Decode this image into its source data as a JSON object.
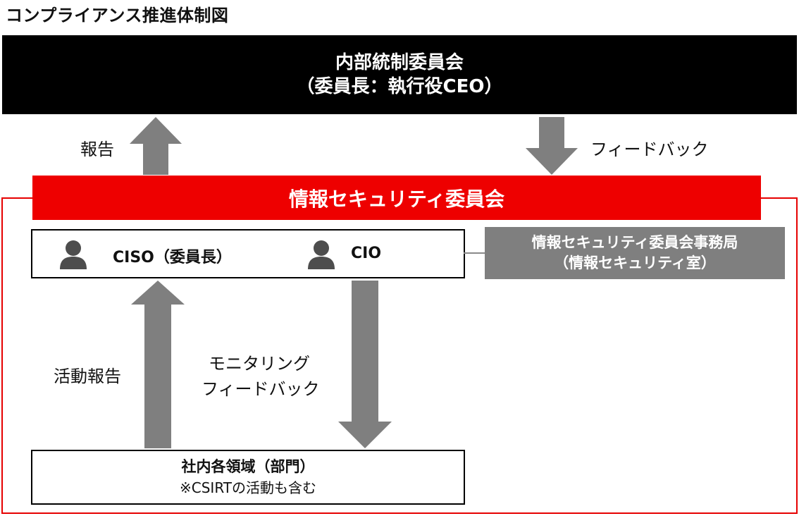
{
  "title": "コンプライアンス推進体制図",
  "internal_control_committee": {
    "name": "内部統制委員会",
    "chair": "（委員長：執行役CEO）"
  },
  "arrows": {
    "report": "報告",
    "feedback": "フィードバック",
    "activity_report": "活動報告",
    "monitoring_feedback_line1": "モニタリング",
    "monitoring_feedback_line2": "フィードバック"
  },
  "security_committee": {
    "name": "情報セキュリティ委員会",
    "members": [
      {
        "label": "CISO（委員長）",
        "icon": "person-icon"
      },
      {
        "label": "CIO",
        "icon": "person-icon"
      }
    ],
    "secretariat_line1": "情報セキュリティ委員会事務局",
    "secretariat_line2": "（情報セキュリティ室）"
  },
  "departments": {
    "name": "社内各領域（部門）",
    "note": "※CSIRTの活動も含む"
  },
  "colors": {
    "black_box": "#000000",
    "red": "#ee0000",
    "gray_arrow": "#7f7f7f",
    "secretariat": "#7f7f7f"
  }
}
